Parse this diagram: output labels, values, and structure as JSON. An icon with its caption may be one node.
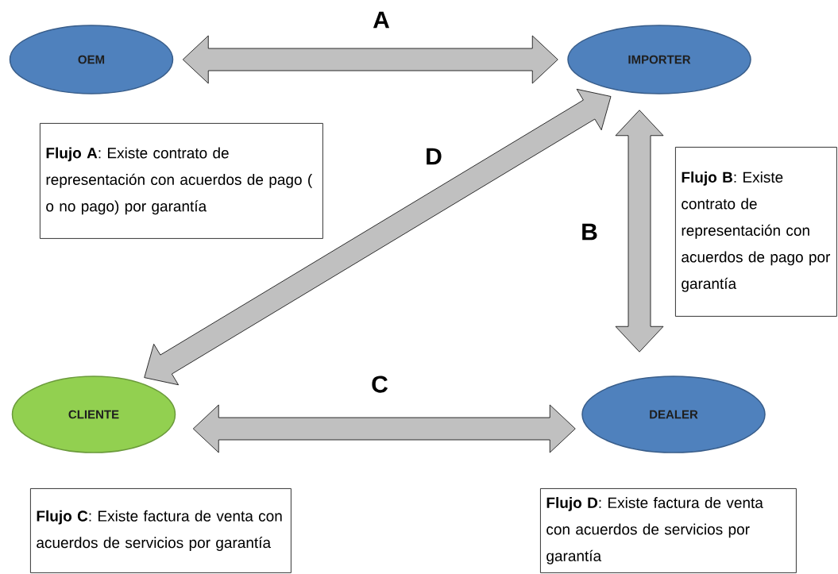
{
  "diagram": {
    "nodes": [
      {
        "text": [
          "OEM"
        ]
      },
      {
        "text": [
          "IMPORTER"
        ]
      },
      {
        "text": [
          "CLIENTE"
        ]
      },
      {
        "text": [
          "DEALER"
        ]
      },
      {
        "text": [
          "**Flujo A**: Existe contrato de representación con acuerdos de pago ( o no pago) por garantía"
        ]
      },
      {
        "text": [
          "**Flujo B**: Existe contrato de representación con acuerdos de pago por garantía"
        ]
      },
      {
        "text": [
          "**Flujo C**: Existe factura de venta con acuerdos de servicios por garantía"
        ]
      },
      {
        "text": [
          "**Flujo D**: Existe factura de venta con acuerdos de servicios por garantía"
        ]
      }
    ],
    "edges": [
      {
        "from": 0,
        "to": 1,
        "arrow": "both",
        "label": "A"
      },
      {
        "from": 1,
        "to": 3,
        "arrow": "both",
        "label": "B"
      },
      {
        "from": 2,
        "to": 3,
        "arrow": "both",
        "label": "C"
      },
      {
        "from": 2,
        "to": 1,
        "arrow": "both",
        "label": "D"
      }
    ]
  }
}
